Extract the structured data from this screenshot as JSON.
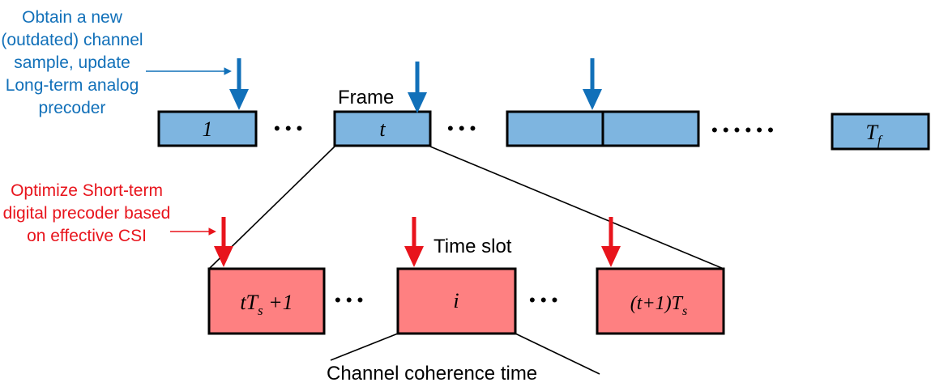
{
  "notes": {
    "long_term": "Obtain a new (outdated) channel sample, update Long-term analog precoder",
    "short_term": "Optimize Short-term digital precoder based on effective CSI"
  },
  "labels": {
    "frame": "Frame",
    "time_slot": "Time slot",
    "coherence": "Channel coherence time"
  },
  "frames": {
    "first": "1",
    "t": "t",
    "last_main": "T",
    "last_sub": "f",
    "ellipsis": "• • •",
    "long_ellipsis": "• • • • • •"
  },
  "slots": {
    "first_main": "tT",
    "first_sub": "s",
    "first_tail": " +1",
    "i": "i",
    "last_main": "(t+1)T",
    "last_sub": "s"
  },
  "colors": {
    "frame_fill": "#7eb5e0",
    "slot_fill": "#fe8081",
    "blue_arrow": "#1170b9",
    "red_arrow": "#e8141c"
  }
}
